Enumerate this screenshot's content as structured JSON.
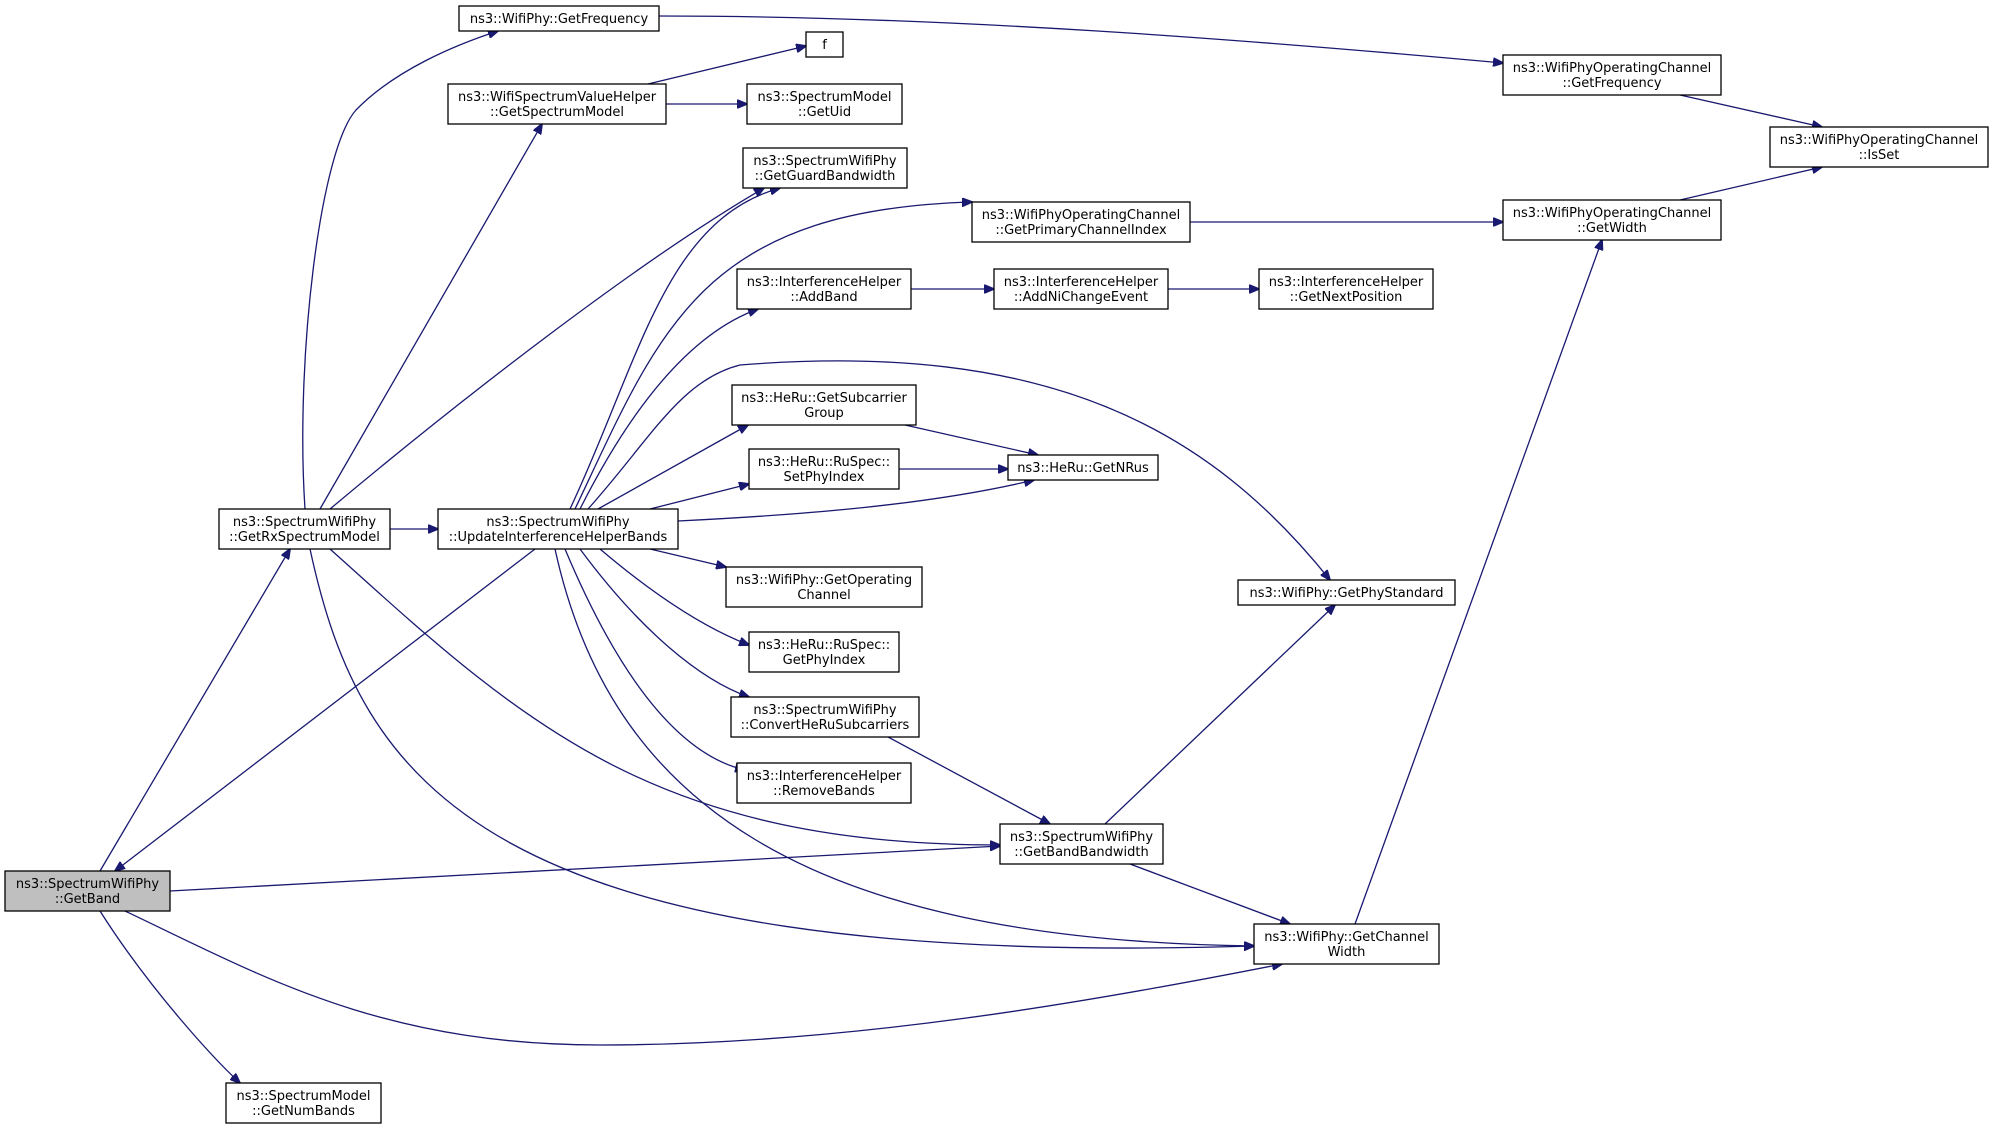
{
  "colors": {
    "edge": "#191970",
    "node_fill": "#ffffff",
    "focus_fill": "#bfbfbf",
    "border": "#000000"
  },
  "nodes": [
    {
      "id": "getband",
      "lines": [
        "ns3::SpectrumWifiPhy",
        "::GetBand"
      ],
      "highlight": true
    },
    {
      "id": "getrxspectrummodel",
      "lines": [
        "ns3::SpectrumWifiPhy",
        "::GetRxSpectrumModel"
      ]
    },
    {
      "id": "getnumbands",
      "lines": [
        "ns3::SpectrumModel",
        "::GetNumBands"
      ]
    },
    {
      "id": "getfrequency",
      "lines": [
        "ns3::WifiPhy::GetFrequency"
      ]
    },
    {
      "id": "getspectrummodel",
      "lines": [
        "ns3::WifiSpectrumValueHelper",
        "::GetSpectrumModel"
      ]
    },
    {
      "id": "updateinterference",
      "lines": [
        "ns3::SpectrumWifiPhy",
        "::UpdateInterferenceHelperBands"
      ]
    },
    {
      "id": "f",
      "lines": [
        "f"
      ]
    },
    {
      "id": "getuid",
      "lines": [
        "ns3::SpectrumModel",
        "::GetUid"
      ]
    },
    {
      "id": "getguardbandwidth",
      "lines": [
        "ns3::SpectrumWifiPhy",
        "::GetGuardBandwidth"
      ]
    },
    {
      "id": "getprimarychannelindex",
      "lines": [
        "ns3::WifiPhyOperatingChannel",
        "::GetPrimaryChannelIndex"
      ]
    },
    {
      "id": "addband",
      "lines": [
        "ns3::InterferenceHelper",
        "::AddBand"
      ]
    },
    {
      "id": "addnichangeevent",
      "lines": [
        "ns3::InterferenceHelper",
        "::AddNiChangeEvent"
      ]
    },
    {
      "id": "getnextposition",
      "lines": [
        "ns3::InterferenceHelper",
        "::GetNextPosition"
      ]
    },
    {
      "id": "getsubcarriergroup",
      "lines": [
        "ns3::HeRu::GetSubcarrier",
        "Group"
      ]
    },
    {
      "id": "setphyindex",
      "lines": [
        "ns3::HeRu::RuSpec::",
        "SetPhyIndex"
      ]
    },
    {
      "id": "getnrus",
      "lines": [
        "ns3::HeRu::GetNRus"
      ]
    },
    {
      "id": "getoperatingchannel",
      "lines": [
        "ns3::WifiPhy::GetOperating",
        "Channel"
      ]
    },
    {
      "id": "getphyindex",
      "lines": [
        "ns3::HeRu::RuSpec::",
        "GetPhyIndex"
      ]
    },
    {
      "id": "convertheru",
      "lines": [
        "ns3::SpectrumWifiPhy",
        "::ConvertHeRuSubcarriers"
      ]
    },
    {
      "id": "removebands",
      "lines": [
        "ns3::InterferenceHelper",
        "::RemoveBands"
      ]
    },
    {
      "id": "getbandbandwidth",
      "lines": [
        "ns3::SpectrumWifiPhy",
        "::GetBandBandwidth"
      ]
    },
    {
      "id": "getphystandard",
      "lines": [
        "ns3::WifiPhy::GetPhyStandard"
      ]
    },
    {
      "id": "getchannelwidth",
      "lines": [
        "ns3::WifiPhy::GetChannel",
        "Width"
      ]
    },
    {
      "id": "opfrequency",
      "lines": [
        "ns3::WifiPhyOperatingChannel",
        "::GetFrequency"
      ]
    },
    {
      "id": "opwidth",
      "lines": [
        "ns3::WifiPhyOperatingChannel",
        "::GetWidth"
      ]
    },
    {
      "id": "isset",
      "lines": [
        "ns3::WifiPhyOperatingChannel",
        "::IsSet"
      ]
    }
  ],
  "edges": [
    [
      "getband",
      "getrxspectrummodel"
    ],
    [
      "getband",
      "getnumbands"
    ],
    [
      "getband",
      "getbandbandwidth"
    ],
    [
      "getband",
      "getchannelwidth"
    ],
    [
      "getrxspectrummodel",
      "getfrequency"
    ],
    [
      "getrxspectrummodel",
      "getspectrummodel"
    ],
    [
      "getrxspectrummodel",
      "getguardbandwidth"
    ],
    [
      "getrxspectrummodel",
      "updateinterference"
    ],
    [
      "getrxspectrummodel",
      "getbandbandwidth"
    ],
    [
      "getrxspectrummodel",
      "getchannelwidth"
    ],
    [
      "getfrequency",
      "opfrequency"
    ],
    [
      "getspectrummodel",
      "f"
    ],
    [
      "getspectrummodel",
      "getuid"
    ],
    [
      "updateinterference",
      "getband"
    ],
    [
      "updateinterference",
      "getguardbandwidth"
    ],
    [
      "updateinterference",
      "getprimarychannelindex"
    ],
    [
      "updateinterference",
      "addband"
    ],
    [
      "updateinterference",
      "getphystandard"
    ],
    [
      "updateinterference",
      "getsubcarriergroup"
    ],
    [
      "updateinterference",
      "setphyindex"
    ],
    [
      "updateinterference",
      "getnrus"
    ],
    [
      "updateinterference",
      "getoperatingchannel"
    ],
    [
      "updateinterference",
      "getphyindex"
    ],
    [
      "updateinterference",
      "convertheru"
    ],
    [
      "updateinterference",
      "removebands"
    ],
    [
      "updateinterference",
      "getchannelwidth"
    ],
    [
      "getprimarychannelindex",
      "opwidth"
    ],
    [
      "addband",
      "addnichangeevent"
    ],
    [
      "addnichangeevent",
      "getnextposition"
    ],
    [
      "getsubcarriergroup",
      "getnrus"
    ],
    [
      "setphyindex",
      "getnrus"
    ],
    [
      "convertheru",
      "getbandbandwidth"
    ],
    [
      "getbandbandwidth",
      "getphystandard"
    ],
    [
      "getbandbandwidth",
      "getchannelwidth"
    ],
    [
      "getchannelwidth",
      "opwidth"
    ],
    [
      "opfrequency",
      "isset"
    ],
    [
      "opwidth",
      "isset"
    ]
  ]
}
